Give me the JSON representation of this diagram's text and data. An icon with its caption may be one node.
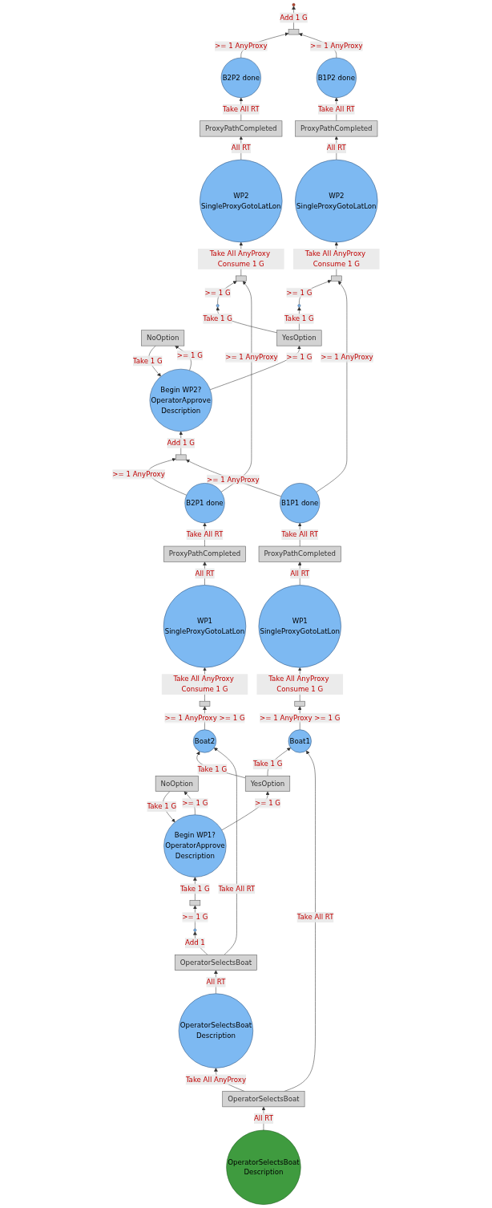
{
  "diagram": {
    "nodes": [
      {
        "text": [
          "OperatorSelectsBoat",
          "Description"
        ]
      },
      {
        "text": [
          "OperatorSelectsBoat"
        ]
      },
      {
        "text": [
          "OperatorSelectsBoat",
          "Description"
        ]
      },
      {
        "text": [
          "OperatorSelectsBoat"
        ]
      },
      {
        "text": [],
        "shape": "circle"
      },
      {
        "text": [],
        "shape": "box"
      },
      {
        "text": [
          "Begin WP1?",
          "OperatorApprove",
          "Description"
        ]
      },
      {
        "text": [
          "NoOption"
        ]
      },
      {
        "text": [
          "YesOption"
        ]
      },
      {
        "text": [
          "Boat1"
        ]
      },
      {
        "text": [
          "Boat2"
        ]
      },
      {
        "text": [],
        "shape": "box"
      },
      {
        "text": [],
        "shape": "box"
      },
      {
        "text": [
          "WP1",
          "SingleProxyGotoLatLon"
        ]
      },
      {
        "text": [
          "WP1",
          "SingleProxyGotoLatLon"
        ]
      },
      {
        "text": [
          "ProxyPathCompleted"
        ]
      },
      {
        "text": [
          "ProxyPathCompleted"
        ]
      },
      {
        "text": [
          "B1P1 done"
        ]
      },
      {
        "text": [
          "B2P1 done"
        ]
      },
      {
        "text": [],
        "shape": "box"
      },
      {
        "text": [
          "Begin WP2?",
          "OperatorApprove",
          "Description"
        ]
      },
      {
        "text": [
          "NoOption"
        ]
      },
      {
        "text": [
          "YesOption"
        ]
      },
      {
        "text": [],
        "shape": "circle"
      },
      {
        "text": [],
        "shape": "circle"
      },
      {
        "text": [],
        "shape": "box"
      },
      {
        "text": [],
        "shape": "box"
      },
      {
        "text": [
          "WP2",
          "SingleProxyGotoLatLon"
        ]
      },
      {
        "text": [
          "WP2",
          "SingleProxyGotoLatLon"
        ]
      },
      {
        "text": [
          "ProxyPathCompleted"
        ]
      },
      {
        "text": [
          "ProxyPathCompleted"
        ]
      },
      {
        "text": [
          "B1P2 done"
        ]
      },
      {
        "text": [
          "B2P2 done"
        ]
      },
      {
        "text": [],
        "shape": "box"
      },
      {
        "text": [],
        "shape": "circle"
      }
    ],
    "edges": [
      {
        "from": 0,
        "to": 1,
        "label": "All RT",
        "arrow": "to"
      },
      {
        "from": 1,
        "to": 2,
        "label": "Take All AnyProxy",
        "arrow": "to"
      },
      {
        "from": 1,
        "to": 9,
        "label": "Take All RT",
        "arrow": "to"
      },
      {
        "from": 2,
        "to": 3,
        "label": "All RT",
        "arrow": "to"
      },
      {
        "from": 3,
        "to": 4,
        "label": "Add 1",
        "arrow": "to"
      },
      {
        "from": 3,
        "to": 10,
        "label": "Take All RT",
        "arrow": "to"
      },
      {
        "from": 4,
        "to": 5,
        "label": ">= 1 G",
        "arrow": "to"
      },
      {
        "from": 5,
        "to": 6,
        "label": "Take 1 G",
        "arrow": "to"
      },
      {
        "from": 6,
        "to": 7,
        "label": ">= 1 G",
        "arrow": "to"
      },
      {
        "from": 7,
        "to": 6,
        "label": "Take 1 G",
        "arrow": "to"
      },
      {
        "from": 6,
        "to": 8,
        "label": ">= 1 G",
        "arrow": "to"
      },
      {
        "from": 8,
        "to": 9,
        "label": "Take 1 G",
        "arrow": "to"
      },
      {
        "from": 8,
        "to": 10,
        "label": "Take 1 G",
        "arrow": "to"
      },
      {
        "from": 9,
        "to": 11,
        "label": ">= 1 AnyProxy >= 1 G",
        "arrow": "to"
      },
      {
        "from": 10,
        "to": 12,
        "label": ">= 1 AnyProxy >= 1 G",
        "arrow": "to"
      },
      {
        "from": 11,
        "to": 13,
        "label": "Take All AnyProxy Consume 1 G",
        "arrow": "to"
      },
      {
        "from": 12,
        "to": 14,
        "label": "Take All AnyProxy Consume 1 G",
        "arrow": "to"
      },
      {
        "from": 13,
        "to": 15,
        "label": "All RT",
        "arrow": "to"
      },
      {
        "from": 14,
        "to": 16,
        "label": "All RT",
        "arrow": "to"
      },
      {
        "from": 15,
        "to": 17,
        "label": "Take All RT",
        "arrow": "to"
      },
      {
        "from": 16,
        "to": 18,
        "label": "Take All RT",
        "arrow": "to"
      },
      {
        "from": 17,
        "to": 19,
        "label": ">= 1 AnyProxy",
        "arrow": "to"
      },
      {
        "from": 18,
        "to": 19,
        "label": ">= 1 AnyProxy",
        "arrow": "to"
      },
      {
        "from": 19,
        "to": 20,
        "label": "Add 1 G",
        "arrow": "to"
      },
      {
        "from": 20,
        "to": 21,
        "label": ">= 1 G",
        "arrow": "to"
      },
      {
        "from": 21,
        "to": 20,
        "label": "Take 1 G",
        "arrow": "to"
      },
      {
        "from": 20,
        "to": 22,
        "label": ">= 1 G",
        "arrow": "to"
      },
      {
        "from": 22,
        "to": 23,
        "label": "Take 1 G",
        "arrow": "to"
      },
      {
        "from": 22,
        "to": 24,
        "label": "Take 1 G",
        "arrow": "to"
      },
      {
        "from": 17,
        "to": 25,
        "label": ">= 1 AnyProxy",
        "arrow": "to"
      },
      {
        "from": 23,
        "to": 25,
        "label": ">= 1 G",
        "arrow": "to"
      },
      {
        "from": 18,
        "to": 26,
        "label": ">= 1 AnyProxy",
        "arrow": "to"
      },
      {
        "from": 24,
        "to": 26,
        "label": ">= 1 G",
        "arrow": "to"
      },
      {
        "from": 25,
        "to": 27,
        "label": "Take All AnyProxy Consume 1 G",
        "arrow": "to"
      },
      {
        "from": 26,
        "to": 28,
        "label": "Take All AnyProxy Consume 1 G",
        "arrow": "to"
      },
      {
        "from": 27,
        "to": 29,
        "label": "All RT",
        "arrow": "to"
      },
      {
        "from": 28,
        "to": 30,
        "label": "All RT",
        "arrow": "to"
      },
      {
        "from": 29,
        "to": 31,
        "label": "Take All RT",
        "arrow": "to"
      },
      {
        "from": 30,
        "to": 32,
        "label": "Take All RT",
        "arrow": "to"
      },
      {
        "from": 31,
        "to": 33,
        "label": ">= 1 AnyProxy",
        "arrow": "to"
      },
      {
        "from": 32,
        "to": 33,
        "label": ">= 1 AnyProxy",
        "arrow": "to"
      },
      {
        "from": 33,
        "to": 34,
        "label": "Add 1 G",
        "arrow": "to"
      }
    ]
  }
}
